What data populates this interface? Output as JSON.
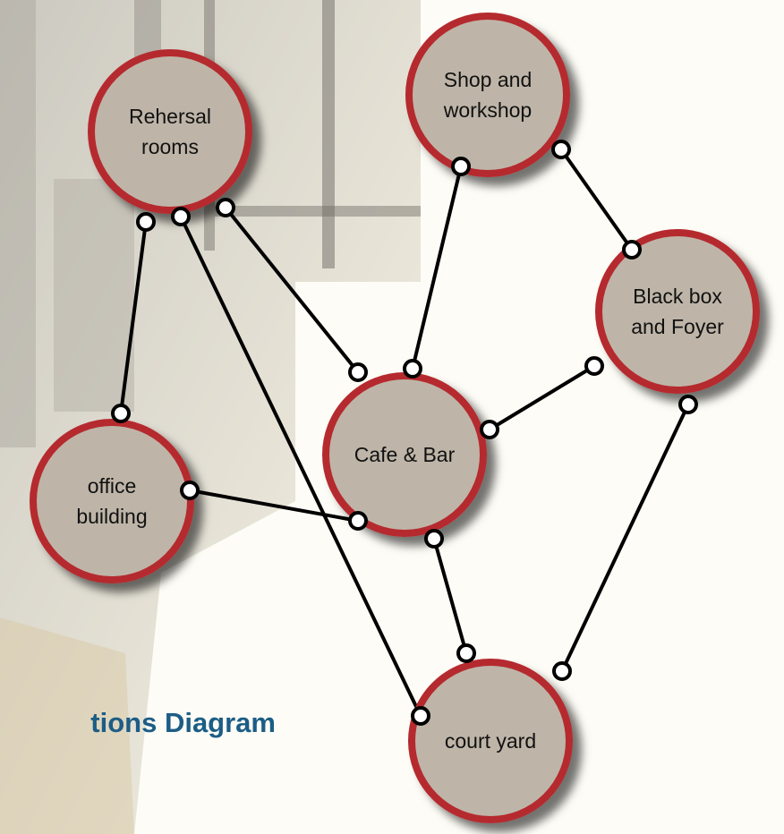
{
  "diagram": {
    "title_fragment": "tions Diagram",
    "colors": {
      "node_fill": "#beb5a8",
      "node_border": "#b52a2f",
      "edge": "#000000",
      "title": "#1c5d86",
      "background": "#fdfcf6"
    },
    "nodes": [
      {
        "id": "rehersal-rooms",
        "lines": [
          "Rehersal",
          "rooms"
        ]
      },
      {
        "id": "shop-and-workshop",
        "lines": [
          "Shop and",
          "workshop"
        ]
      },
      {
        "id": "black-box-and-foyer",
        "lines": [
          "Black box",
          "and Foyer"
        ]
      },
      {
        "id": "cafe-and-bar",
        "lines": [
          "Cafe & Bar"
        ]
      },
      {
        "id": "office-building",
        "lines": [
          "office",
          "building"
        ]
      },
      {
        "id": "court-yard",
        "lines": [
          "court yard"
        ]
      }
    ],
    "edges": [
      {
        "from": "rehersal-rooms",
        "to": "office-building"
      },
      {
        "from": "rehersal-rooms",
        "to": "cafe-and-bar"
      },
      {
        "from": "rehersal-rooms",
        "to": "court-yard"
      },
      {
        "from": "shop-and-workshop",
        "to": "cafe-and-bar"
      },
      {
        "from": "shop-and-workshop",
        "to": "black-box-and-foyer"
      },
      {
        "from": "cafe-and-bar",
        "to": "black-box-and-foyer"
      },
      {
        "from": "office-building",
        "to": "cafe-and-bar"
      },
      {
        "from": "cafe-and-bar",
        "to": "court-yard"
      },
      {
        "from": "black-box-and-foyer",
        "to": "court-yard"
      }
    ]
  }
}
